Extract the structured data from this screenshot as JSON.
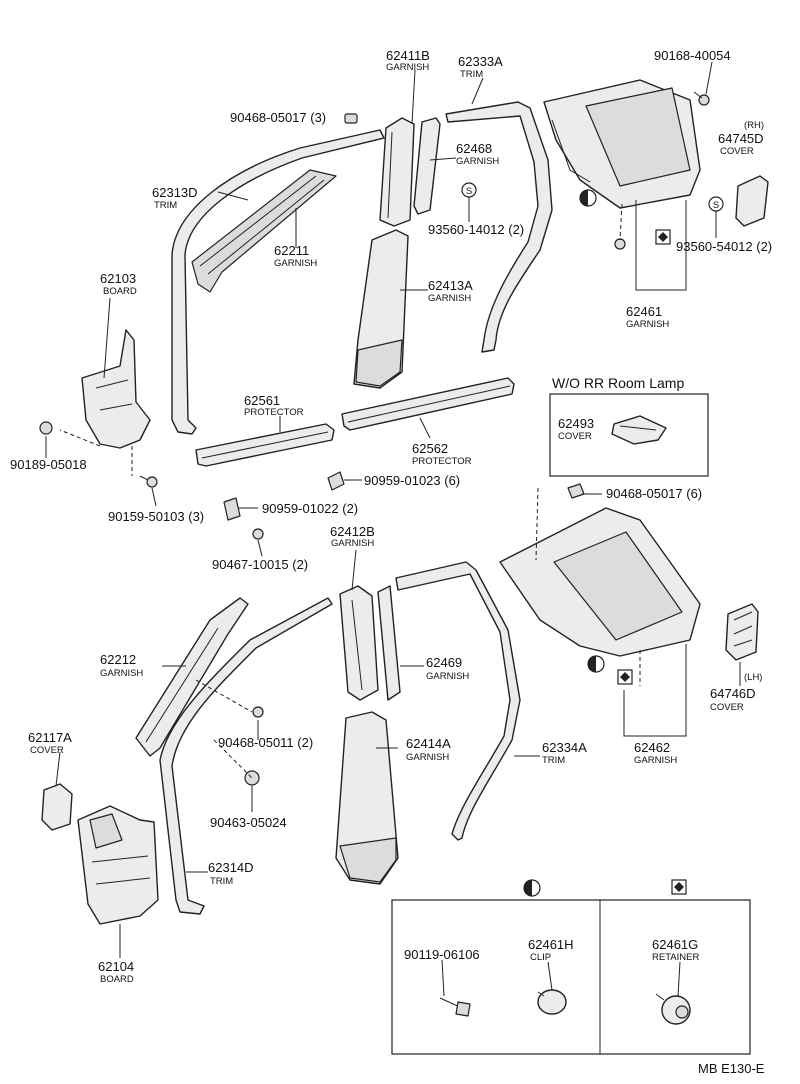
{
  "parts": {
    "p62411B": {
      "num": "62411B",
      "name": "GARNISH"
    },
    "p62333A": {
      "num": "62333A",
      "name": "TRIM"
    },
    "p90168": {
      "num": "90168-40054"
    },
    "rh": {
      "text": "(RH)"
    },
    "p64745D": {
      "num": "64745D",
      "name": "COVER"
    },
    "p90468a": {
      "num": "90468-05017 (3)"
    },
    "p62468": {
      "num": "62468",
      "name": "GARNISH"
    },
    "p62313D": {
      "num": "62313D",
      "name": "TRIM"
    },
    "p62211": {
      "num": "62211",
      "name": "GARNISH"
    },
    "p93560a": {
      "num": "93560-14012 (2)"
    },
    "p93560b": {
      "num": "93560-54012 (2)"
    },
    "p62103": {
      "num": "62103",
      "name": "BOARD"
    },
    "p62413A": {
      "num": "62413A",
      "name": "GARNISH"
    },
    "p62461": {
      "num": "62461",
      "name": "GARNISH"
    },
    "p62561": {
      "num": "62561",
      "name": "PROTECTOR"
    },
    "p62562": {
      "num": "62562",
      "name": "PROTECTOR"
    },
    "p90189": {
      "num": "90189-05018"
    },
    "p90959a": {
      "num": "90959-01023 (6)"
    },
    "p90959b": {
      "num": "90959-01022 (2)"
    },
    "p90159": {
      "num": "90159-50103 (3)"
    },
    "p90467": {
      "num": "90467-10015 (2)"
    },
    "p62493": {
      "num": "62493",
      "name": "COVER"
    },
    "p90468b": {
      "num": "90468-05017 (6)"
    },
    "p62412B": {
      "num": "62412B",
      "name": "GARNISH"
    },
    "p62212": {
      "num": "62212",
      "name": "GARNISH"
    },
    "p62469": {
      "num": "62469",
      "name": "GARNISH"
    },
    "p62117A": {
      "num": "62117A",
      "name": "COVER"
    },
    "p90468c": {
      "num": "90468-05011 (2)"
    },
    "p62414A": {
      "num": "62414A",
      "name": "GARNISH"
    },
    "p62334A": {
      "num": "62334A",
      "name": "TRIM"
    },
    "p62462": {
      "num": "62462",
      "name": "GARNISH"
    },
    "lh": {
      "text": "(LH)"
    },
    "p64746D": {
      "num": "64746D",
      "name": "COVER"
    },
    "p90463": {
      "num": "90463-05024"
    },
    "p62314D": {
      "num": "62314D",
      "name": "TRIM"
    },
    "p62104": {
      "num": "62104",
      "name": "BOARD"
    },
    "p90119": {
      "num": "90119-06106"
    },
    "p62461H": {
      "num": "62461H",
      "name": "CLIP"
    },
    "p62461G": {
      "num": "62461G",
      "name": "RETAINER"
    }
  },
  "inset": {
    "title": "W/O  RR  Room Lamp"
  },
  "symbols": {
    "s_mark": "S"
  },
  "footer": {
    "code": "MB  E130-E"
  }
}
